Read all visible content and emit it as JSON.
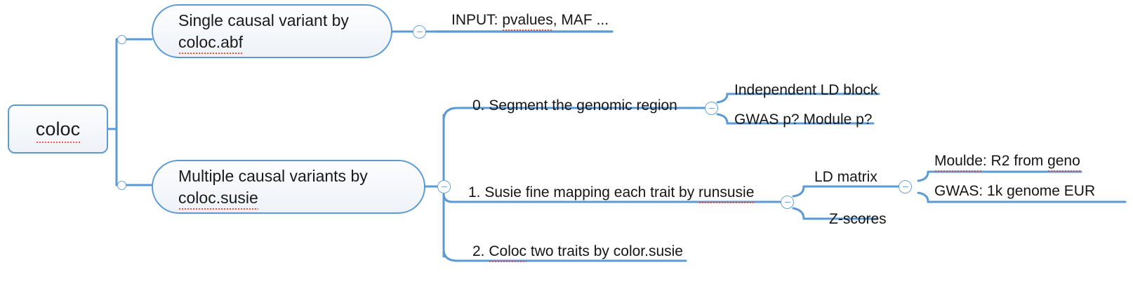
{
  "document": {
    "type": "mind-map",
    "background_color": "#ffffff",
    "branch_color": "#5b9bd5",
    "node_border_color": "#5b9bd5",
    "node_fill_color": "#eef2f7",
    "text_color": "#151515",
    "spellcheck_underline_color": "#e8493a"
  },
  "root": {
    "label": "coloc",
    "shape": "rounded-rect",
    "spellchecked": true
  },
  "branches": [
    {
      "id": "abf",
      "label_line1": "Single causal variant by",
      "label_line2": "coloc.abf",
      "shape": "pill",
      "spellchecked_word": "coloc.abf",
      "children": [
        {
          "id": "abf-input",
          "label": "INPUT: pvalues, MAF ...",
          "spellchecked_word": "pvalues"
        }
      ]
    },
    {
      "id": "susie",
      "label_line1": "Multiple causal variants by",
      "label_line2": "coloc.susie",
      "shape": "pill",
      "spellchecked_word": "coloc.susie",
      "children": [
        {
          "id": "step0",
          "label": "0. Segment the genomic region",
          "children": [
            {
              "id": "ld-block",
              "label": "Independent LD block"
            },
            {
              "id": "gwas-module",
              "label": "GWAS p? Module p?"
            }
          ]
        },
        {
          "id": "step1",
          "label": "1. Susie fine mapping each trait by runsusie",
          "spellchecked_word": "runsusie",
          "children": [
            {
              "id": "ld-matrix",
              "label": "LD matrix",
              "children": [
                {
                  "id": "moulde",
                  "label_a": "Moulde",
                  "label_b": ": R2 from ",
                  "label_c": "geno",
                  "label": "Moulde: R2 from geno"
                },
                {
                  "id": "gwas-1k",
                  "label": "GWAS: 1k genome EUR"
                }
              ]
            },
            {
              "id": "z-scores",
              "label": "Z-scores"
            }
          ]
        },
        {
          "id": "step2",
          "label_a": "2. ",
          "label_b": "Coloc",
          "label_c": " two traits by color.susie",
          "label": "2. Coloc two traits by color.susie"
        }
      ]
    }
  ],
  "toggles": [
    {
      "id": "toggle-root-abf",
      "state": "expanded",
      "style": "plain"
    },
    {
      "id": "toggle-root-susie",
      "state": "expanded",
      "style": "plain"
    },
    {
      "id": "toggle-abf",
      "state": "expanded",
      "style": "minus"
    },
    {
      "id": "toggle-susie",
      "state": "expanded",
      "style": "minus"
    },
    {
      "id": "toggle-step0",
      "state": "expanded",
      "style": "minus"
    },
    {
      "id": "toggle-step1",
      "state": "expanded",
      "style": "minus"
    },
    {
      "id": "toggle-ld-matrix",
      "state": "expanded",
      "style": "minus"
    }
  ]
}
